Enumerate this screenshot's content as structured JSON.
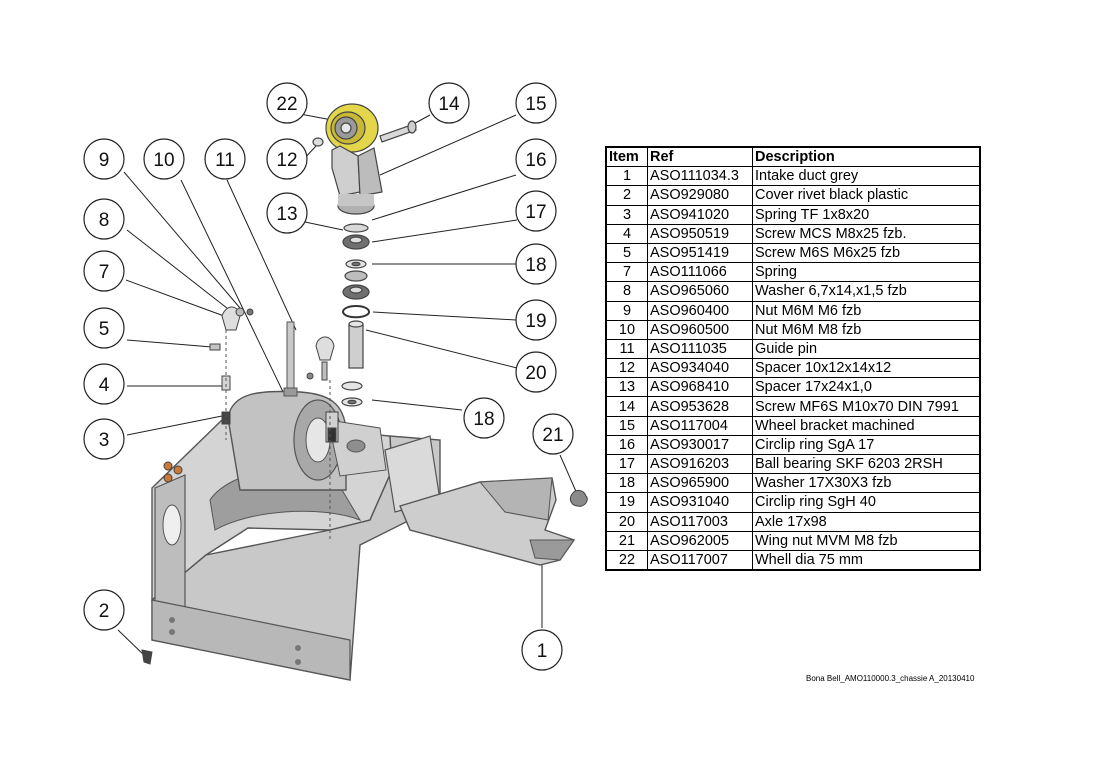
{
  "table": {
    "headers": {
      "item": "Item",
      "ref": "Ref",
      "description": "Description"
    },
    "rows": [
      {
        "item": "1",
        "ref": "ASO111034.3",
        "description": "Intake duct grey"
      },
      {
        "item": "2",
        "ref": "ASO929080",
        "description": "Cover rivet black plastic"
      },
      {
        "item": "3",
        "ref": "ASO941020",
        "description": "Spring TF 1x8x20"
      },
      {
        "item": "4",
        "ref": "ASO950519",
        "description": "Screw MCS M8x25  fzb."
      },
      {
        "item": "5",
        "ref": "ASO951419",
        "description": "Screw M6S M6x25 fzb"
      },
      {
        "item": "7",
        "ref": "ASO111066",
        "description": "Spring"
      },
      {
        "item": "8",
        "ref": "ASO965060",
        "description": "Washer 6,7x14,x1,5 fzb"
      },
      {
        "item": "9",
        "ref": "ASO960400",
        "description": "Nut M6M M6 fzb"
      },
      {
        "item": "10",
        "ref": "ASO960500",
        "description": "Nut M6M M8 fzb"
      },
      {
        "item": "11",
        "ref": "ASO111035",
        "description": "Guide pin"
      },
      {
        "item": "12",
        "ref": "ASO934040",
        "description": "Spacer 10x12x14x12"
      },
      {
        "item": "13",
        "ref": "ASO968410",
        "description": "Spacer 17x24x1,0"
      },
      {
        "item": "14",
        "ref": "ASO953628",
        "description": "Screw MF6S M10x70 DIN 7991"
      },
      {
        "item": "15",
        "ref": "ASO117004",
        "description": "Wheel bracket machined"
      },
      {
        "item": "16",
        "ref": "ASO930017",
        "description": "Circlip ring SgA 17"
      },
      {
        "item": "17",
        "ref": "ASO916203",
        "description": "Ball bearing  SKF 6203 2RSH"
      },
      {
        "item": "18",
        "ref": "ASO965900",
        "description": "Washer 17X30X3  fzb"
      },
      {
        "item": "19",
        "ref": "ASO931040",
        "description": "Circlip ring SgH 40"
      },
      {
        "item": "20",
        "ref": "ASO117003",
        "description": "Axle 17x98"
      },
      {
        "item": "21",
        "ref": "ASO962005",
        "description": "Wing nut MVM  M8 fzb"
      },
      {
        "item": "22",
        "ref": "ASO117007",
        "description": "Whell dia 75 mm"
      }
    ]
  },
  "callouts": [
    "22",
    "14",
    "15",
    "9",
    "10",
    "11",
    "12",
    "16",
    "13",
    "17",
    "8",
    "18",
    "7",
    "19",
    "5",
    "20",
    "4",
    "18",
    "3",
    "21",
    "2",
    "1"
  ],
  "footer": {
    "caption": "Bona Bell_AMO110000.3_chassie A_20130410"
  },
  "colors": {
    "wheel": "#e3d64a",
    "part_fill": "#cfcfcf",
    "part_stroke": "#555555"
  }
}
